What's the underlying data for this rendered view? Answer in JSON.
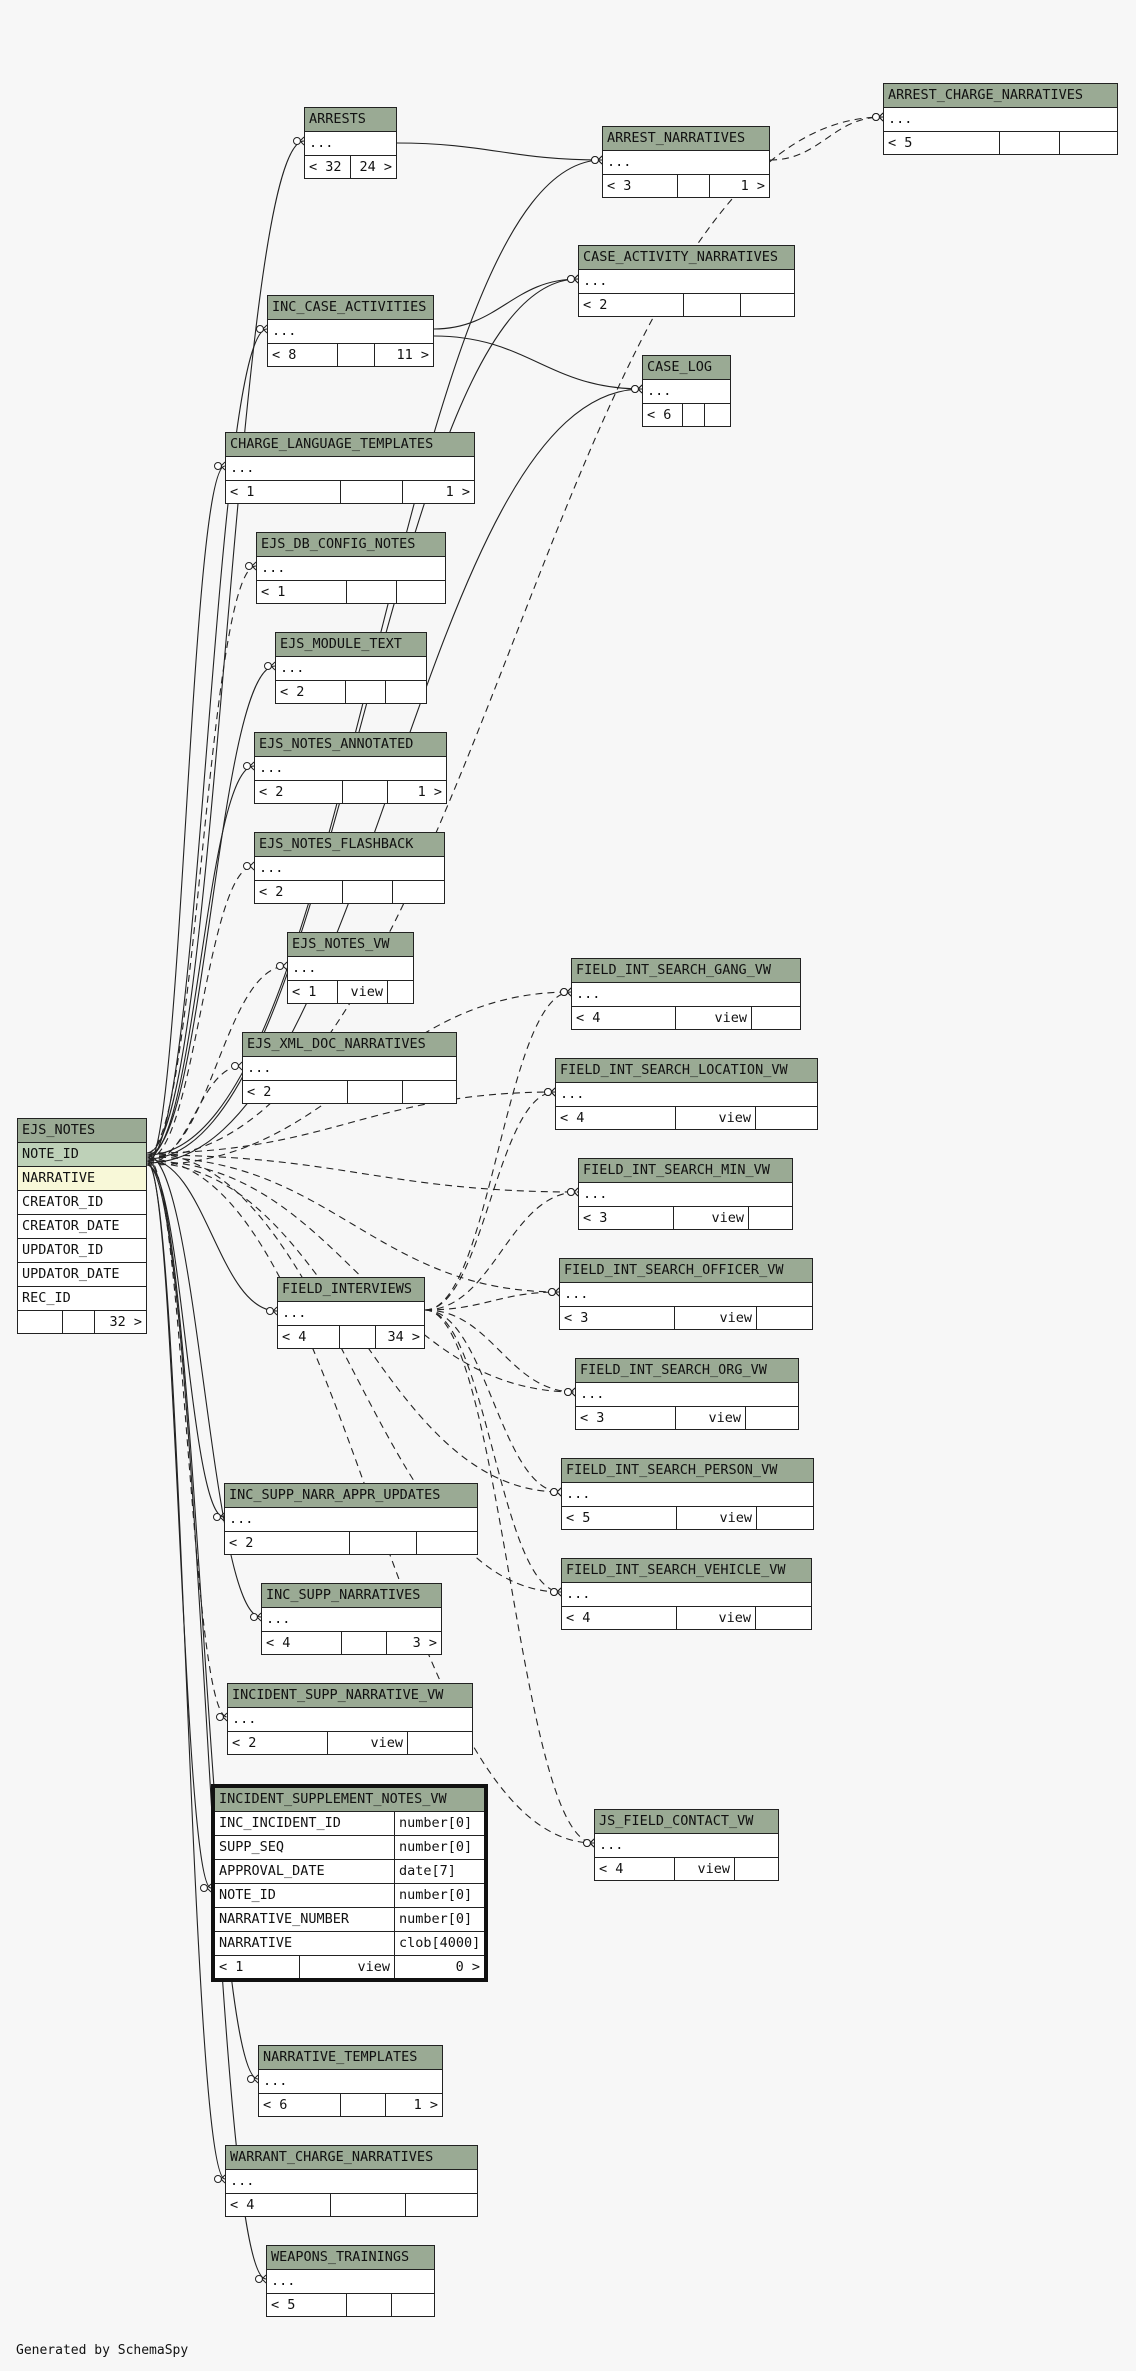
{
  "footer": "Generated by SchemaSpy",
  "colors": {
    "background": "#f7f7f7",
    "header": "#9aaa94",
    "primary_key": "#bed1b8",
    "selected": "#f8f8d8",
    "line": "#222222"
  },
  "ejs_notes": {
    "title": "EJS_NOTES",
    "columns": [
      "NOTE_ID",
      "NARRATIVE",
      "CREATOR_ID",
      "CREATOR_DATE",
      "UPDATOR_ID",
      "UPDATOR_DATE",
      "REC_ID"
    ],
    "foot": [
      "",
      "",
      "32 >"
    ]
  },
  "supp_view": {
    "title": "INCIDENT_SUPPLEMENT_NOTES_VW",
    "columns": [
      {
        "name": "INC_INCIDENT_ID",
        "type": "number[0]"
      },
      {
        "name": "SUPP_SEQ",
        "type": "number[0]"
      },
      {
        "name": "APPROVAL_DATE",
        "type": "date[7]"
      },
      {
        "name": "NOTE_ID",
        "type": "number[0]"
      },
      {
        "name": "NARRATIVE_NUMBER",
        "type": "number[0]"
      },
      {
        "name": "NARRATIVE",
        "type": "clob[4000]"
      }
    ],
    "foot": [
      "< 1",
      "view",
      "0 >"
    ]
  },
  "tables": [
    {
      "title": "ARRESTS",
      "row": "...",
      "foot": [
        "< 32",
        "24 >"
      ]
    },
    {
      "title": "ARREST_NARRATIVES",
      "row": "...",
      "foot": [
        "< 3",
        "",
        "1 >"
      ]
    },
    {
      "title": "ARREST_CHARGE_NARRATIVES",
      "row": "...",
      "foot": [
        "< 5",
        "",
        ""
      ]
    },
    {
      "title": "CASE_ACTIVITY_NARRATIVES",
      "row": "...",
      "foot": [
        "< 2",
        "",
        ""
      ]
    },
    {
      "title": "INC_CASE_ACTIVITIES",
      "row": "...",
      "foot": [
        "< 8",
        "",
        "11 >"
      ]
    },
    {
      "title": "CASE_LOG",
      "row": "...",
      "foot": [
        "< 6",
        "",
        ""
      ]
    },
    {
      "title": "CHARGE_LANGUAGE_TEMPLATES",
      "row": "...",
      "foot": [
        "< 1",
        "",
        "1 >"
      ]
    },
    {
      "title": "EJS_DB_CONFIG_NOTES",
      "row": "...",
      "foot": [
        "< 1",
        "",
        ""
      ]
    },
    {
      "title": "EJS_MODULE_TEXT",
      "row": "...",
      "foot": [
        "< 2",
        "",
        ""
      ]
    },
    {
      "title": "EJS_NOTES_ANNOTATED",
      "row": "...",
      "foot": [
        "< 2",
        "",
        "1 >"
      ]
    },
    {
      "title": "EJS_NOTES_FLASHBACK",
      "row": "...",
      "foot": [
        "< 2",
        "",
        ""
      ]
    },
    {
      "title": "EJS_NOTES_VW",
      "row": "...",
      "foot": [
        "< 1",
        "view",
        ""
      ]
    },
    {
      "title": "EJS_XML_DOC_NARRATIVES",
      "row": "...",
      "foot": [
        "< 2",
        "",
        ""
      ]
    },
    {
      "title": "FIELD_INT_SEARCH_GANG_VW",
      "row": "...",
      "foot": [
        "< 4",
        "view",
        ""
      ]
    },
    {
      "title": "FIELD_INT_SEARCH_LOCATION_VW",
      "row": "...",
      "foot": [
        "< 4",
        "view",
        ""
      ]
    },
    {
      "title": "FIELD_INT_SEARCH_MIN_VW",
      "row": "...",
      "foot": [
        "< 3",
        "view",
        ""
      ]
    },
    {
      "title": "FIELD_INT_SEARCH_OFFICER_VW",
      "row": "...",
      "foot": [
        "< 3",
        "view",
        ""
      ]
    },
    {
      "title": "FIELD_INTERVIEWS",
      "row": "...",
      "foot": [
        "< 4",
        "",
        "34 >"
      ]
    },
    {
      "title": "FIELD_INT_SEARCH_ORG_VW",
      "row": "...",
      "foot": [
        "< 3",
        "view",
        ""
      ]
    },
    {
      "title": "FIELD_INT_SEARCH_PERSON_VW",
      "row": "...",
      "foot": [
        "< 5",
        "view",
        ""
      ]
    },
    {
      "title": "INC_SUPP_NARR_APPR_UPDATES",
      "row": "...",
      "foot": [
        "< 2",
        "",
        ""
      ]
    },
    {
      "title": "FIELD_INT_SEARCH_VEHICLE_VW",
      "row": "...",
      "foot": [
        "< 4",
        "view",
        ""
      ]
    },
    {
      "title": "INC_SUPP_NARRATIVES",
      "row": "...",
      "foot": [
        "< 4",
        "",
        "3 >"
      ]
    },
    {
      "title": "INCIDENT_SUPP_NARRATIVE_VW",
      "row": "...",
      "foot": [
        "< 2",
        "view",
        ""
      ]
    },
    {
      "title": "JS_FIELD_CONTACT_VW",
      "row": "...",
      "foot": [
        "< 4",
        "view",
        ""
      ]
    },
    {
      "title": "NARRATIVE_TEMPLATES",
      "row": "...",
      "foot": [
        "< 6",
        "",
        "1 >"
      ]
    },
    {
      "title": "WARRANT_CHARGE_NARRATIVES",
      "row": "...",
      "foot": [
        "< 4",
        "",
        ""
      ]
    },
    {
      "title": "WEAPONS_TRAININGS",
      "row": "...",
      "foot": [
        "< 5",
        "",
        ""
      ]
    }
  ]
}
